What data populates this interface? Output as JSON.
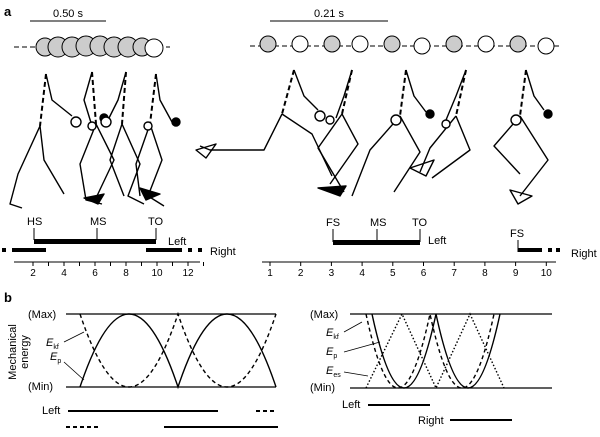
{
  "panel_a": {
    "letter": "a",
    "walk": {
      "scale_label": "0.50 s",
      "events": [
        "HS",
        "MS",
        "TO"
      ],
      "left_label": "Left",
      "right_label": "Right",
      "ticks": [
        "2",
        "4",
        "6",
        "8",
        "10",
        "12"
      ]
    },
    "run": {
      "scale_label": "0.21 s",
      "events": [
        "FS",
        "MS",
        "TO"
      ],
      "second_event": "FS",
      "left_label": "Left",
      "right_label": "Right",
      "ticks": [
        "1",
        "2",
        "3",
        "4",
        "5",
        "6",
        "7",
        "8",
        "9",
        "10"
      ]
    }
  },
  "panel_b": {
    "letter": "b",
    "ylabel_line1": "Mechanical",
    "ylabel_line2": "energy",
    "walk": {
      "max_label": "(Max)",
      "min_label": "(Min)",
      "curve_kf": {
        "base": "E",
        "sub": "kf"
      },
      "curve_p": {
        "base": "E",
        "sub": "p"
      },
      "left_label": "Left"
    },
    "run": {
      "max_label": "(Max)",
      "min_label": "(Min)",
      "curve_kf": {
        "base": "E",
        "sub": "kf"
      },
      "curve_p": {
        "base": "E",
        "sub": "p"
      },
      "curve_es": {
        "base": "E",
        "sub": "es"
      },
      "left_label": "Left",
      "right_label": "Right"
    }
  }
}
